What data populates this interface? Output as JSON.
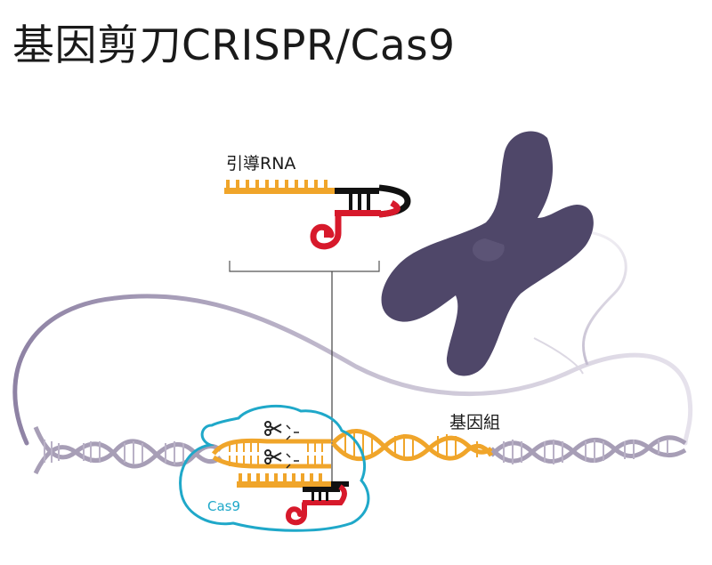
{
  "title": "基因剪刀CRISPR/Cas9",
  "labels": {
    "guide_rna": "引導RNA",
    "genome": "基因組",
    "cas9": "Cas9"
  },
  "colors": {
    "rna_orange": "#F0A52A",
    "rna_red": "#D7192B",
    "rna_black": "#111111",
    "chromosome": "#4F4769",
    "dna_gray": "#A79EB6",
    "dna_orange": "#F0A52A",
    "cas9_outline": "#1FA8C9",
    "scissors": "#222222"
  },
  "icons": [
    "scissors-icon",
    "scissors-icon"
  ]
}
